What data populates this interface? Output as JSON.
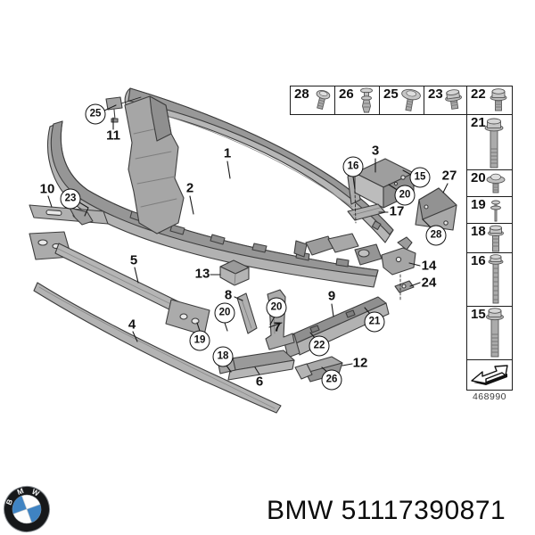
{
  "fastener_table": {
    "top_row": [
      {
        "id": "28",
        "icon": "pan-head-screw"
      },
      {
        "id": "26",
        "icon": "expansion-rivet"
      },
      {
        "id": "25",
        "icon": "washer-screw"
      },
      {
        "id": "23",
        "icon": "flange-bolt-short"
      },
      {
        "id": "22",
        "icon": "flange-bolt"
      }
    ],
    "right_column": [
      {
        "id": "21",
        "icon": "hex-bolt-long"
      },
      {
        "id": "20",
        "icon": "washer-screw-small"
      },
      {
        "id": "19",
        "icon": "retainer-pin"
      },
      {
        "id": "18",
        "icon": "hex-bolt-medium"
      },
      {
        "id": "16",
        "icon": "hex-bolt-extra-long"
      },
      {
        "id": "15",
        "icon": "hex-bolt-long-thick"
      }
    ],
    "diagram_code": "468990"
  },
  "callouts": {
    "plain": [
      {
        "n": "1"
      },
      {
        "n": "2"
      },
      {
        "n": "3"
      },
      {
        "n": "4"
      },
      {
        "n": "5"
      },
      {
        "n": "6"
      },
      {
        "n": "7"
      },
      {
        "n": "8"
      },
      {
        "n": "9"
      },
      {
        "n": "10"
      },
      {
        "n": "11"
      },
      {
        "n": "12"
      },
      {
        "n": "13"
      },
      {
        "n": "14"
      },
      {
        "n": "17"
      },
      {
        "n": "24"
      },
      {
        "n": "27"
      }
    ],
    "circled": [
      {
        "n": "25"
      },
      {
        "n": "23"
      },
      {
        "n": "16"
      },
      {
        "n": "15"
      },
      {
        "n": "20"
      },
      {
        "n": "28"
      },
      {
        "n": "20"
      },
      {
        "n": "20"
      },
      {
        "n": "19"
      },
      {
        "n": "18"
      },
      {
        "n": "21"
      },
      {
        "n": "22"
      },
      {
        "n": "26"
      }
    ]
  },
  "footer": {
    "logo_letters": [
      "B",
      "M",
      "W"
    ],
    "caption": "BMW 51117390871",
    "colors": {
      "bmw_blue": "#3f83c2",
      "line": "#111111"
    }
  }
}
